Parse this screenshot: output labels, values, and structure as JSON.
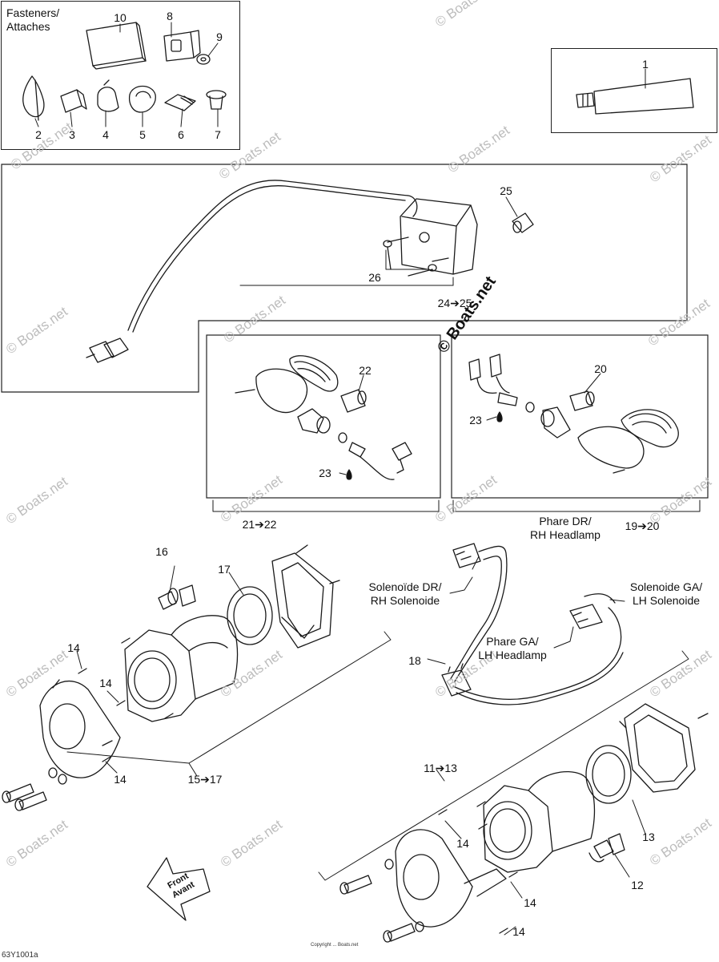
{
  "section_title": "Fasteners/\nAttaches",
  "brand": "© Boats.net",
  "watermark": "© Boats.net",
  "figure_code": "63Y1001a",
  "footer_note": "Copyright ... Boats.net",
  "parts": [
    {
      "id": "p1",
      "text": "1"
    },
    {
      "id": "p2",
      "text": "2"
    },
    {
      "id": "p3",
      "text": "3"
    },
    {
      "id": "p4",
      "text": "4"
    },
    {
      "id": "p5",
      "text": "5"
    },
    {
      "id": "p6",
      "text": "6"
    },
    {
      "id": "p7",
      "text": "7"
    },
    {
      "id": "p8",
      "text": "8"
    },
    {
      "id": "p9",
      "text": "9"
    },
    {
      "id": "p10",
      "text": "10"
    },
    {
      "id": "p12",
      "text": "12"
    },
    {
      "id": "p13",
      "text": "13"
    },
    {
      "id": "p14a",
      "text": "14"
    },
    {
      "id": "p14b",
      "text": "14"
    },
    {
      "id": "p14c",
      "text": "14"
    },
    {
      "id": "p14d",
      "text": "14"
    },
    {
      "id": "p14e",
      "text": "14"
    },
    {
      "id": "p14f",
      "text": "14"
    },
    {
      "id": "p16",
      "text": "16"
    },
    {
      "id": "p17",
      "text": "17"
    },
    {
      "id": "p18",
      "text": "18"
    },
    {
      "id": "p20",
      "text": "20"
    },
    {
      "id": "p22",
      "text": "22"
    },
    {
      "id": "p23a",
      "text": "23"
    },
    {
      "id": "p23b",
      "text": "23"
    },
    {
      "id": "p25",
      "text": "25"
    },
    {
      "id": "p26",
      "text": "26"
    },
    {
      "id": "r24",
      "text": "24➔25"
    },
    {
      "id": "r21",
      "text": "21➔22"
    },
    {
      "id": "r19",
      "text": "19➔20"
    },
    {
      "id": "r15",
      "text": "15➔17"
    },
    {
      "id": "r11",
      "text": "11➔13"
    }
  ],
  "callouts": [
    {
      "id": "c_rh_head",
      "text": "Phare DR/\nRH Headlamp"
    },
    {
      "id": "c_rh_sol",
      "text": "Solenoïde DR/\nRH Solenoide"
    },
    {
      "id": "c_lh_sol",
      "text": "Solenoide GA/\nLH Solenoide"
    },
    {
      "id": "c_lh_head",
      "text": "Phare GA/\nLH Headlamp"
    },
    {
      "id": "c_front",
      "text": "Front\nAvant"
    }
  ]
}
